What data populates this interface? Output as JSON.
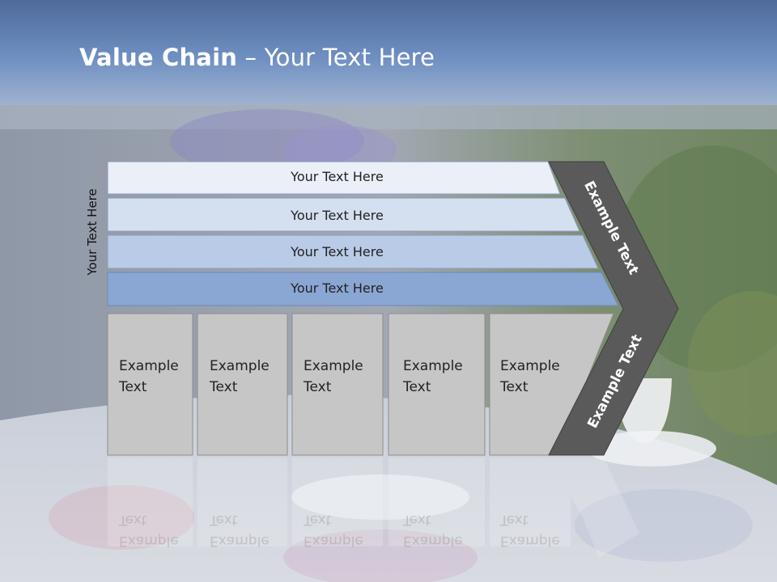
{
  "title": {
    "bold": "Value Chain",
    "rest": " – Your Text Here"
  },
  "side_label": "Your Text Here",
  "bands": [
    "Your Text Here",
    "Your Text Here",
    "Your Text Here",
    "Your Text Here"
  ],
  "boxes": [
    {
      "line1": "Example",
      "line2": "Text"
    },
    {
      "line1": "Example",
      "line2": "Text"
    },
    {
      "line1": "Example",
      "line2": "Text"
    },
    {
      "line1": "Example",
      "line2": "Text"
    },
    {
      "line1": "Example",
      "line2": "Text"
    }
  ],
  "chevron": {
    "upper": "Example Text",
    "lower": "Example Text"
  },
  "colors": {
    "header": "#5f81b5",
    "band1": "#eaeff8",
    "band2": "#d4dff0",
    "band3": "#b9cbe6",
    "band4": "#8aa6d3",
    "box": "#c6c6c6",
    "chevron": "#5a5a5a"
  }
}
